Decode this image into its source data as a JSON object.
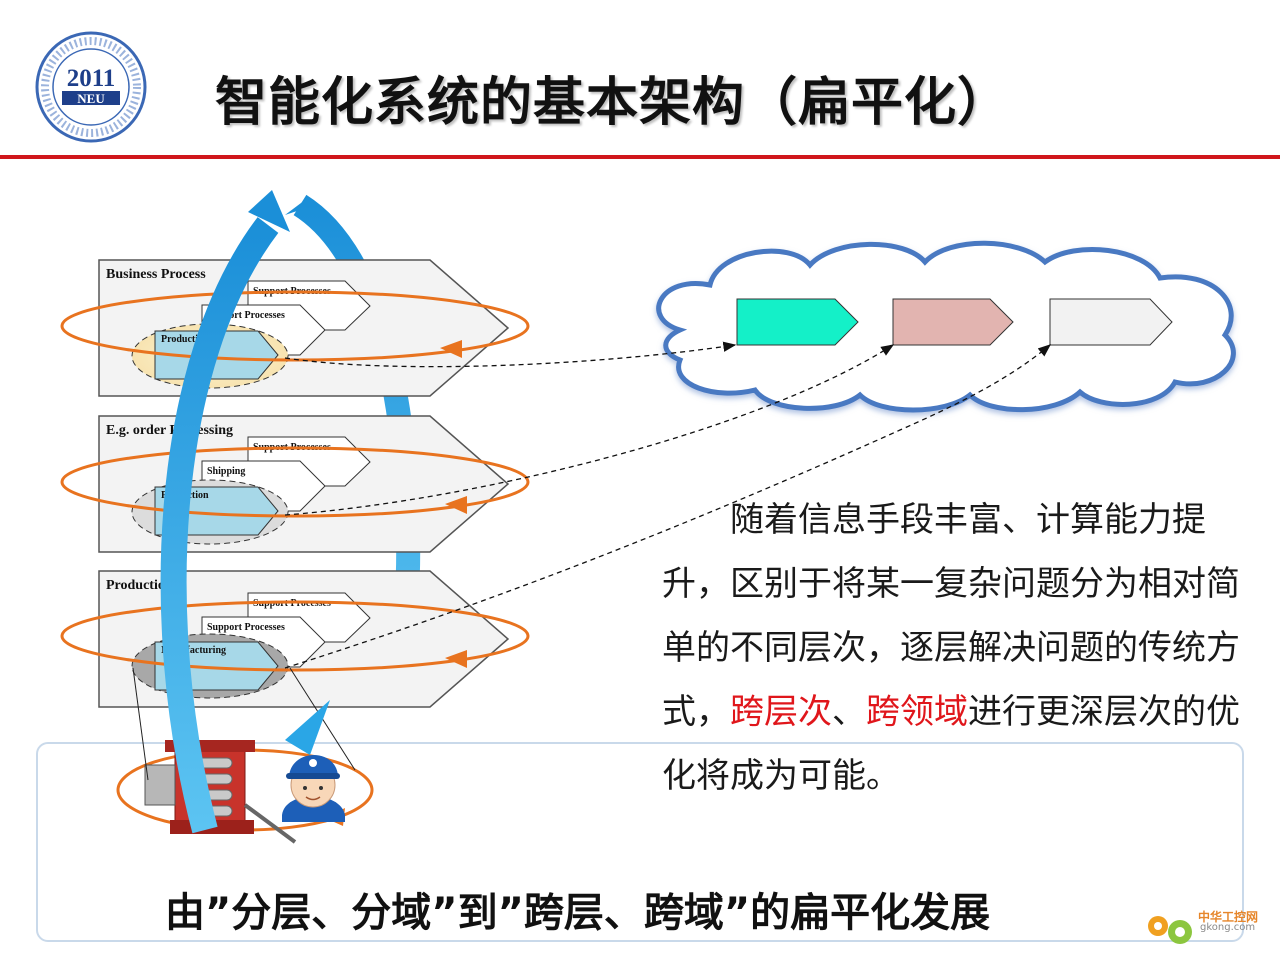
{
  "logo": {
    "year": "2011",
    "abbr": "NEU"
  },
  "title": "智能化系统的基本架构（扁平化）",
  "layers": [
    {
      "name": "Business Process",
      "outer": "Support Processes",
      "inner": "Support Processes",
      "core": "Production"
    },
    {
      "name": "E.g. order Processing",
      "outer": "Support Processes",
      "inner": "Shipping",
      "core": "Production"
    },
    {
      "name": "Production",
      "outer": "Support Processes",
      "inner": "Support Processes",
      "core": "Manufacturing"
    }
  ],
  "paragraph": {
    "part1": "随着信息手段丰富、计算能力提升，区别于将某一复杂问题分为相对简单的不同层次，逐层解决问题的传统方式，",
    "hl1": "跨层次",
    "sep": "、",
    "hl2": "跨领域",
    "part2": "进行更深层次的优化将成为可能。"
  },
  "bottom_text": "由”分层、分域”到”跨层、跨域”的扁平化发展",
  "watermark": {
    "cn": "中华工控网",
    "url": "gkong.com"
  },
  "colors": {
    "accent_red": "#d0161b",
    "highlight_red": "#e0161b",
    "arrow_blue": "#2aa6e6",
    "orbit_orange": "#e8731f",
    "cloud_outline": "#4a79c2",
    "box_teal": "#14f0c8",
    "box_pink": "#e2b4b0",
    "box_grey": "#f2f2f2"
  }
}
